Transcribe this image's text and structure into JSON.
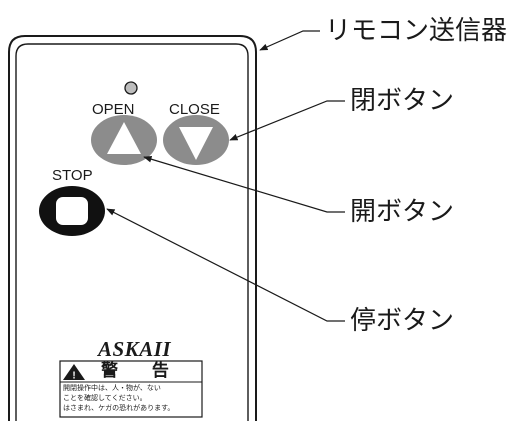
{
  "callouts": {
    "transmitter": "リモコン送信器",
    "close_button": "閉ボタン",
    "open_button": "開ボタン",
    "stop_button": "停ボタン"
  },
  "buttons": {
    "open_label": "OPEN",
    "close_label": "CLOSE",
    "stop_label": "STOP"
  },
  "brand": "ASKAII",
  "warning": {
    "title": "警 告",
    "lines": [
      "開閉操作中は、人・物が、ない",
      "ことを確認してください。",
      "はさまれ、ケガの恐れがあります。"
    ]
  },
  "colors": {
    "outline": "#1a1a1a",
    "button_gray": "#8c8c8c",
    "stop_button": "#111111",
    "led": "#bdbdbd"
  },
  "icons": [
    "led-indicator-icon",
    "up-triangle-icon",
    "down-triangle-icon",
    "warning-triangle-icon"
  ]
}
